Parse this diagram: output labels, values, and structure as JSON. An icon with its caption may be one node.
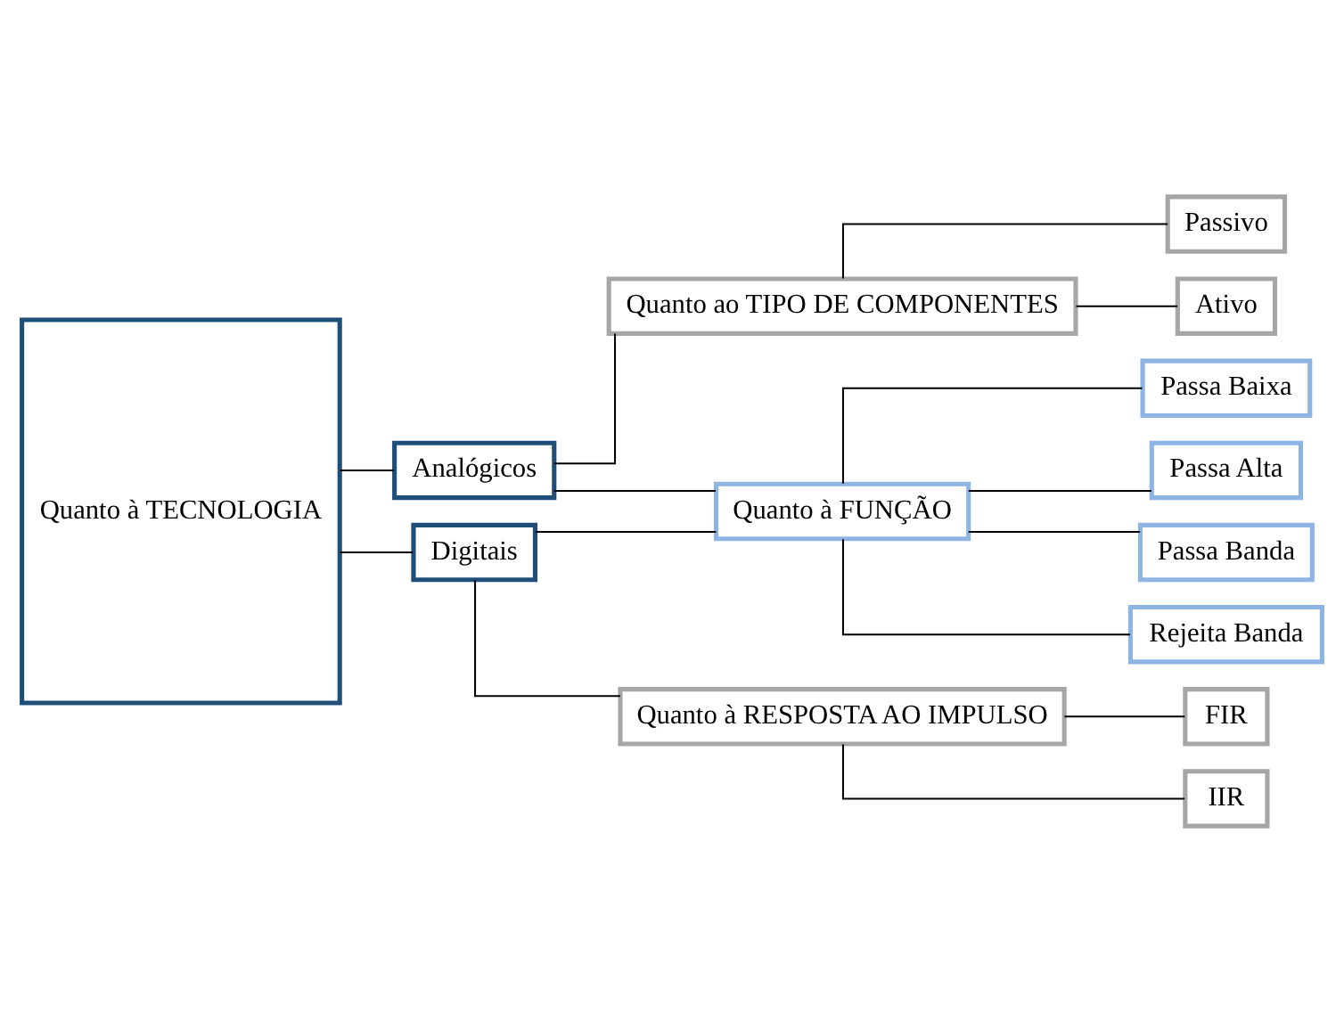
{
  "diagram": {
    "nodes": [
      {
        "text": [
          "Quanto à TECNOLOGIA"
        ]
      },
      {
        "text": [
          "Analógicos"
        ]
      },
      {
        "text": [
          "Digitais"
        ]
      },
      {
        "text": [
          "Quanto ao TIPO DE COMPONENTES"
        ]
      },
      {
        "text": [
          "Quanto à FUNÇÃO"
        ]
      },
      {
        "text": [
          "Quanto à RESPOSTA AO IMPULSO"
        ]
      },
      {
        "text": [
          "Passivo"
        ]
      },
      {
        "text": [
          "Ativo"
        ]
      },
      {
        "text": [
          "Passa Baixa"
        ]
      },
      {
        "text": [
          "Passa Alta"
        ]
      },
      {
        "text": [
          "Passa Banda"
        ]
      },
      {
        "text": [
          "Rejeita Banda"
        ]
      },
      {
        "text": [
          "FIR"
        ]
      },
      {
        "text": [
          "IIR"
        ]
      }
    ],
    "edges": [
      {
        "from": 0,
        "to": 1,
        "arrow": "none"
      },
      {
        "from": 0,
        "to": 2,
        "arrow": "none"
      },
      {
        "from": 1,
        "to": 3,
        "arrow": "none"
      },
      {
        "from": 1,
        "to": 4,
        "arrow": "none"
      },
      {
        "from": 2,
        "to": 4,
        "arrow": "none"
      },
      {
        "from": 2,
        "to": 5,
        "arrow": "none"
      },
      {
        "from": 3,
        "to": 6,
        "arrow": "none"
      },
      {
        "from": 3,
        "to": 7,
        "arrow": "none"
      },
      {
        "from": 4,
        "to": 8,
        "arrow": "none"
      },
      {
        "from": 4,
        "to": 9,
        "arrow": "none"
      },
      {
        "from": 4,
        "to": 10,
        "arrow": "none"
      },
      {
        "from": 4,
        "to": 11,
        "arrow": "none"
      },
      {
        "from": 5,
        "to": 12,
        "arrow": "none"
      },
      {
        "from": 5,
        "to": 13,
        "arrow": "none"
      }
    ]
  }
}
